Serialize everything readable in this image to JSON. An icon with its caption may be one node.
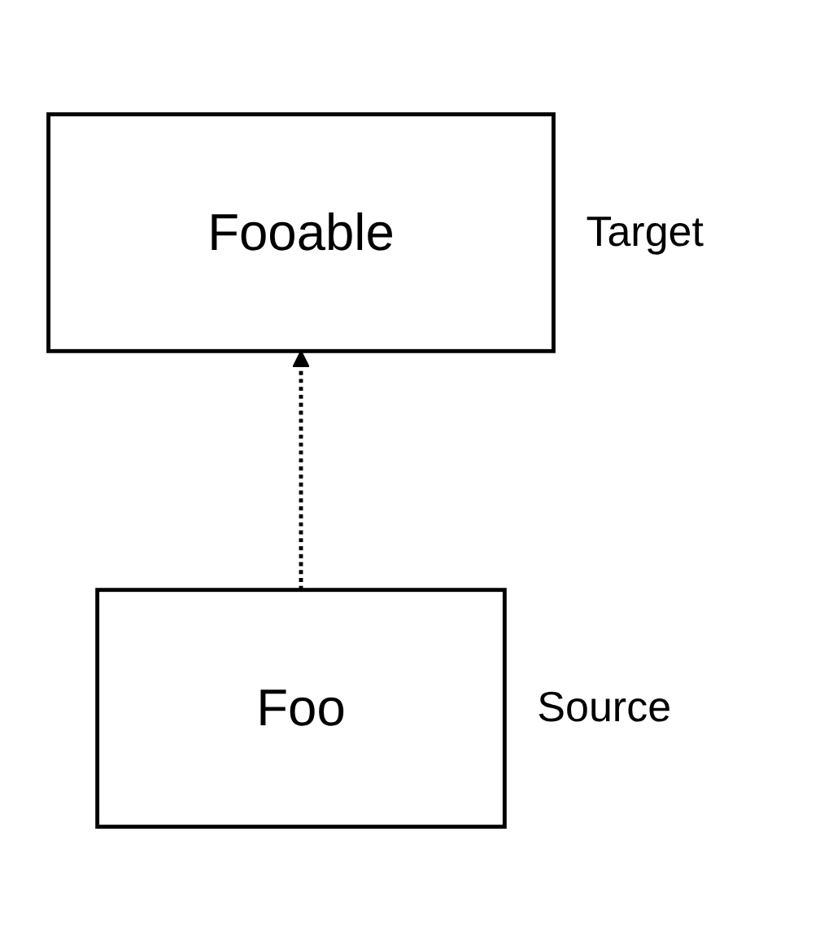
{
  "diagram": {
    "nodes": [
      {
        "text": [
          "Fooable"
        ],
        "beside": [
          "Target"
        ]
      },
      {
        "text": [
          "Foo"
        ],
        "beside": [
          "Source"
        ]
      }
    ],
    "edges": [
      {
        "from": 1,
        "to": 0,
        "arrow": "to",
        "style": "dashed"
      }
    ]
  }
}
